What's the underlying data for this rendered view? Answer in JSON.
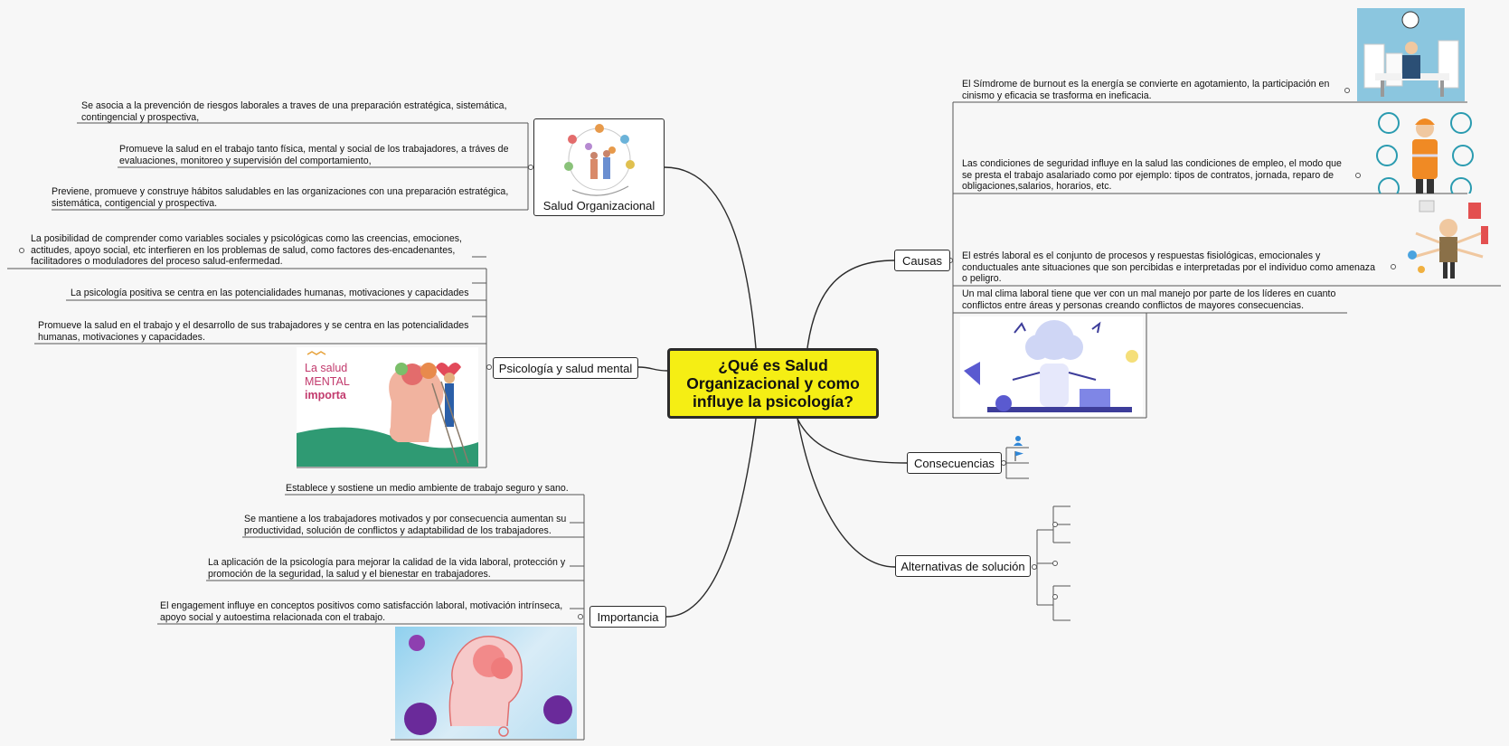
{
  "central": {
    "title": "¿Qué es Salud Organizacional y como influye la psicología?"
  },
  "salud_organizacional": {
    "label": "Salud Organizacional",
    "notes": [
      "Se asocia a la prevención de riesgos laborales a traves de una preparación estratégica, sistemática,\ncontingencial y prospectiva,",
      "Promueve la salud en el trabajo tanto física, mental y social de los trabajadores, a tráves de\nevaluaciones, monitoreo y supervisión del comportamiento,",
      "Previene, promueve y construye hábitos saludables en las organizaciones con una preparación estratégica,\nsistemática, contigencial y prospectiva."
    ]
  },
  "psicologia": {
    "label": "Psicología y salud mental",
    "notes": [
      "La posibilidad de comprender como variables sociales y psicológicas como las creencias, emociones,\nactitudes, apoyo social, etc interfieren en los  problemas de salud, como factores des-encadenantes,\nfacilitadores o moduladores del proceso salud-enfermedad.",
      "La psicología positiva se centra en las potencialidades humanas, motivaciones y capacidades",
      "Promueve la salud en el trabajo y el desarrollo de sus trabajadores y se centra en las potencialidades\nhumanas, motivaciones y capacidades."
    ],
    "image_text": [
      "La salud",
      "MENTAL",
      "importa"
    ]
  },
  "importancia": {
    "label": "Importancia",
    "notes": [
      "Establece y sostiene un medio ambiente de trabajo seguro y sano.",
      "Se mantiene a los trabajadores motivados y por consecuencia aumentan su\nproductividad, solución de conflictos y adaptabilidad de los trabajadores.",
      "La aplicación de la psicología para mejorar la calidad de la vida laboral, protección y\npromoción de la seguridad, la salud y el bienestar en trabajadores.",
      "El engagement influye en conceptos positivos como satisfacción laboral, motivación intrínseca,\napoyo social y autoestima relacionada con el trabajo."
    ]
  },
  "causas": {
    "label": "Causas",
    "notes": [
      "El Símdrome de burnout es la energía se convierte en agotamiento, la participación en\ncinismo y eficacia se trasforma en ineficacia.",
      "Las condiciones de seguridad influye en la salud las condiciones de empleo, el modo que\nse presta el trabajo asalariado como por ejemplo: tipos de contratos, jornada, reparo de\nobligaciones,salarios, horarios, etc.",
      "El estrés laboral es el conjunto de procesos y respuestas fisiológicas, emocionales y\nconductuales ante situaciones que son percibidas e interpretadas por el individuo como amenaza\no peligro.",
      "Un mal clima laboral tiene que ver con un mal manejo por parte de los líderes en cuanto\nconflictos entre áreas y personas creando conflictos de mayores consecuencias."
    ]
  },
  "consecuencias": {
    "label": "Consecuencias"
  },
  "alternativas": {
    "label": "Alternativas de solución"
  },
  "colors": {
    "central_fill": "#f5ee14",
    "line": "#2b2b2b",
    "icon_blue": "#2f86d6",
    "pink": "#c23a6d",
    "green": "#2f9a73"
  }
}
